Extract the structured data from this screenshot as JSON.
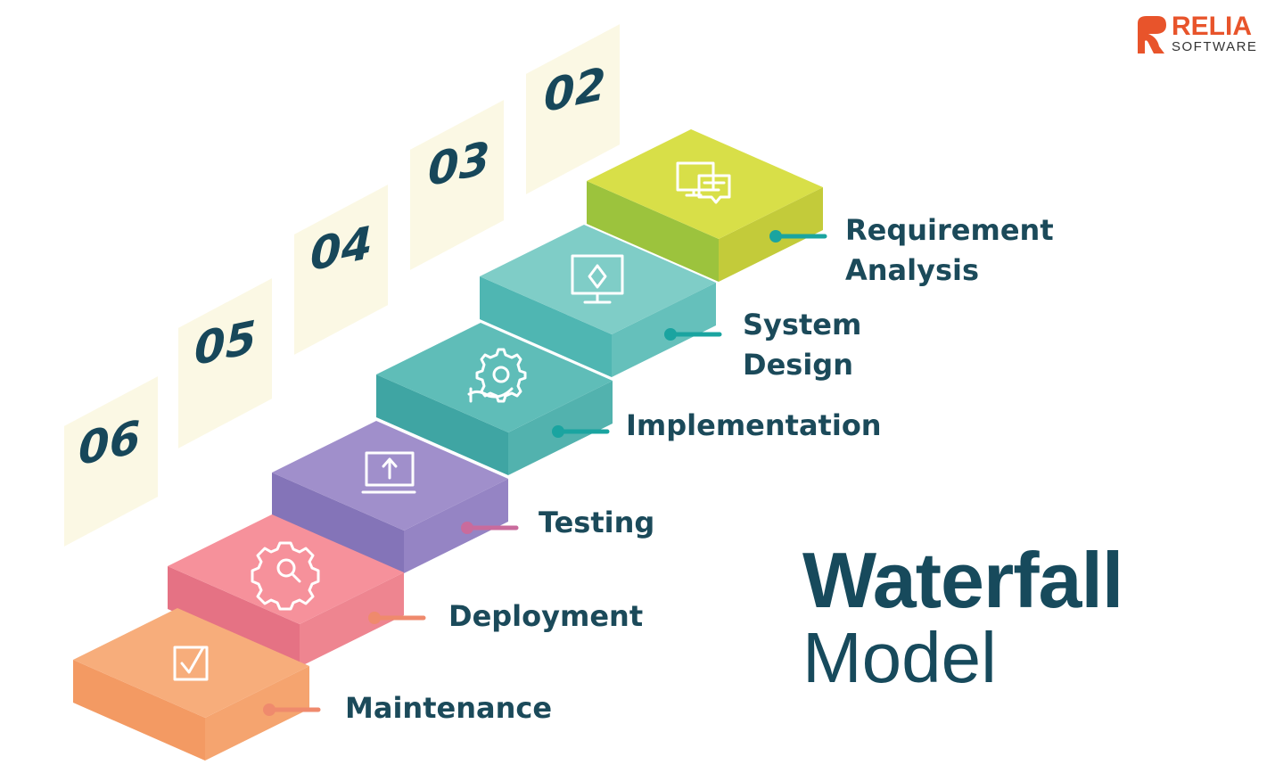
{
  "logo": {
    "main": "RELIA",
    "sub": "SOFTWARE",
    "color": "#e8542b"
  },
  "title": {
    "line1": "Waterfall",
    "line2": "Model",
    "color": "#174a5c"
  },
  "numbers": [
    "02",
    "03",
    "04",
    "05",
    "06"
  ],
  "steps": [
    {
      "label": "Requirement\nAnalysis",
      "icon": "monitor-chat-icon",
      "top": "#d8df48",
      "front": "#9cc33d",
      "side": "#c3cb3a",
      "dot": "#1aa4a0"
    },
    {
      "label": "System\nDesign",
      "icon": "monitor-diamond-icon",
      "top": "#7fcdc7",
      "front": "#4fb6b2",
      "side": "#65c0bb",
      "dot": "#1aa4a0"
    },
    {
      "label": "Implementation",
      "icon": "gear-hand-icon",
      "top": "#5fbdb8",
      "front": "#3fa5a3",
      "side": "#52b2ae",
      "dot": "#1aa4a0"
    },
    {
      "label": "Testing",
      "icon": "laptop-upload-icon",
      "top": "#a08fcb",
      "front": "#8474b8",
      "side": "#9584c4",
      "dot": "#c96b9c"
    },
    {
      "label": "Deployment",
      "icon": "gear-search-icon",
      "top": "#f6919b",
      "front": "#e57284",
      "side": "#ee8590",
      "dot": "#ef8a6d"
    },
    {
      "label": "Maintenance",
      "icon": "checkbox-icon",
      "top": "#f7ad7b",
      "front": "#f39a63",
      "side": "#f5a46f",
      "dot": "#ef8a6d"
    }
  ]
}
